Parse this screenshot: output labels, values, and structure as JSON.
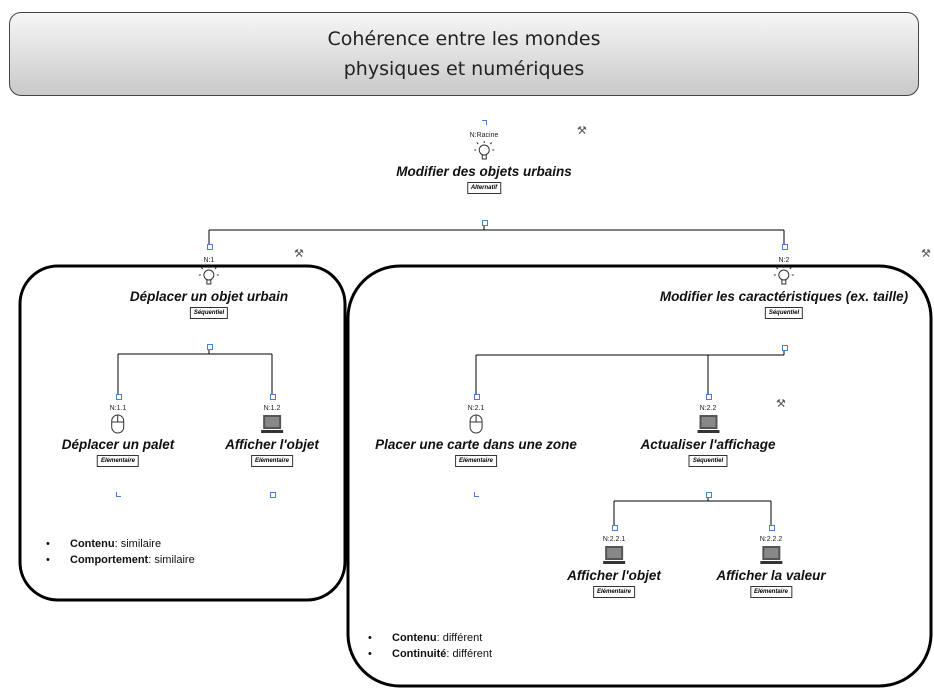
{
  "banner": {
    "line1": "Cohérence entre les mondes",
    "line2": "physiques et numériques"
  },
  "tasks": {
    "root": {
      "id": "N:Racine",
      "name": "Modifier des objets urbains",
      "op": "Alternatif"
    },
    "t1": {
      "id": "N:1",
      "name": "Déplacer un objet urbain",
      "op": "Séquentiel"
    },
    "t11": {
      "id": "N:1.1",
      "name": "Déplacer un palet",
      "op": "Elémentaire"
    },
    "t12": {
      "id": "N:1.2",
      "name": "Afficher l'objet",
      "op": "Elémentaire"
    },
    "t2": {
      "id": "N:2",
      "name": "Modifier les caractéristiques (ex. taille)",
      "op": "Séquentiel"
    },
    "t21": {
      "id": "N:2.1",
      "name": "Placer une carte dans une zone",
      "op": "Elémentaire"
    },
    "t22": {
      "id": "N:2.2",
      "name": "Actualiser l'affichage",
      "op": "Séquentiel"
    },
    "t221": {
      "id": "N:2.2.1",
      "name": "Afficher l'objet",
      "op": "Elémentaire"
    },
    "t222": {
      "id": "N:2.2.2",
      "name": "Afficher la valeur",
      "op": "Elémentaire"
    }
  },
  "notes_left": [
    {
      "label": "Contenu",
      "value": " : similaire"
    },
    {
      "label": "Comportement",
      "value": " : similaire"
    }
  ],
  "notes_right": [
    {
      "label": "Contenu",
      "value": " : différent"
    },
    {
      "label": "Continuité",
      "value": ": différent"
    }
  ],
  "icons": {
    "abstract": "lightbulb-icon",
    "interaction": "mouse-icon",
    "system": "computer-icon",
    "tool": "magnifier-icon"
  },
  "colors": {
    "line": "#000000",
    "anchor": "#4a7fd0",
    "banner_top": "#f6f6f6",
    "banner_bottom": "#c9c9c9"
  }
}
